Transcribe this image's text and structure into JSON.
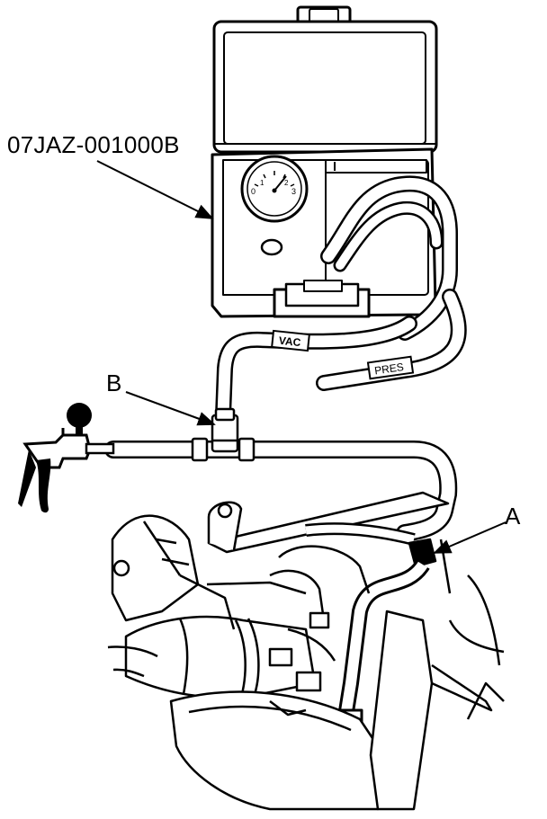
{
  "diagram": {
    "part_number": "07JAZ-001000B",
    "callout_b": "B",
    "callout_a": "A",
    "hose_label_vac": "VAC",
    "hose_label_pres": "PRES",
    "gauge_marks": [
      "0",
      "1",
      "2",
      "3"
    ]
  },
  "colors": {
    "ink": "#000000",
    "paper": "#ffffff",
    "shade": "#1a1a1a"
  }
}
